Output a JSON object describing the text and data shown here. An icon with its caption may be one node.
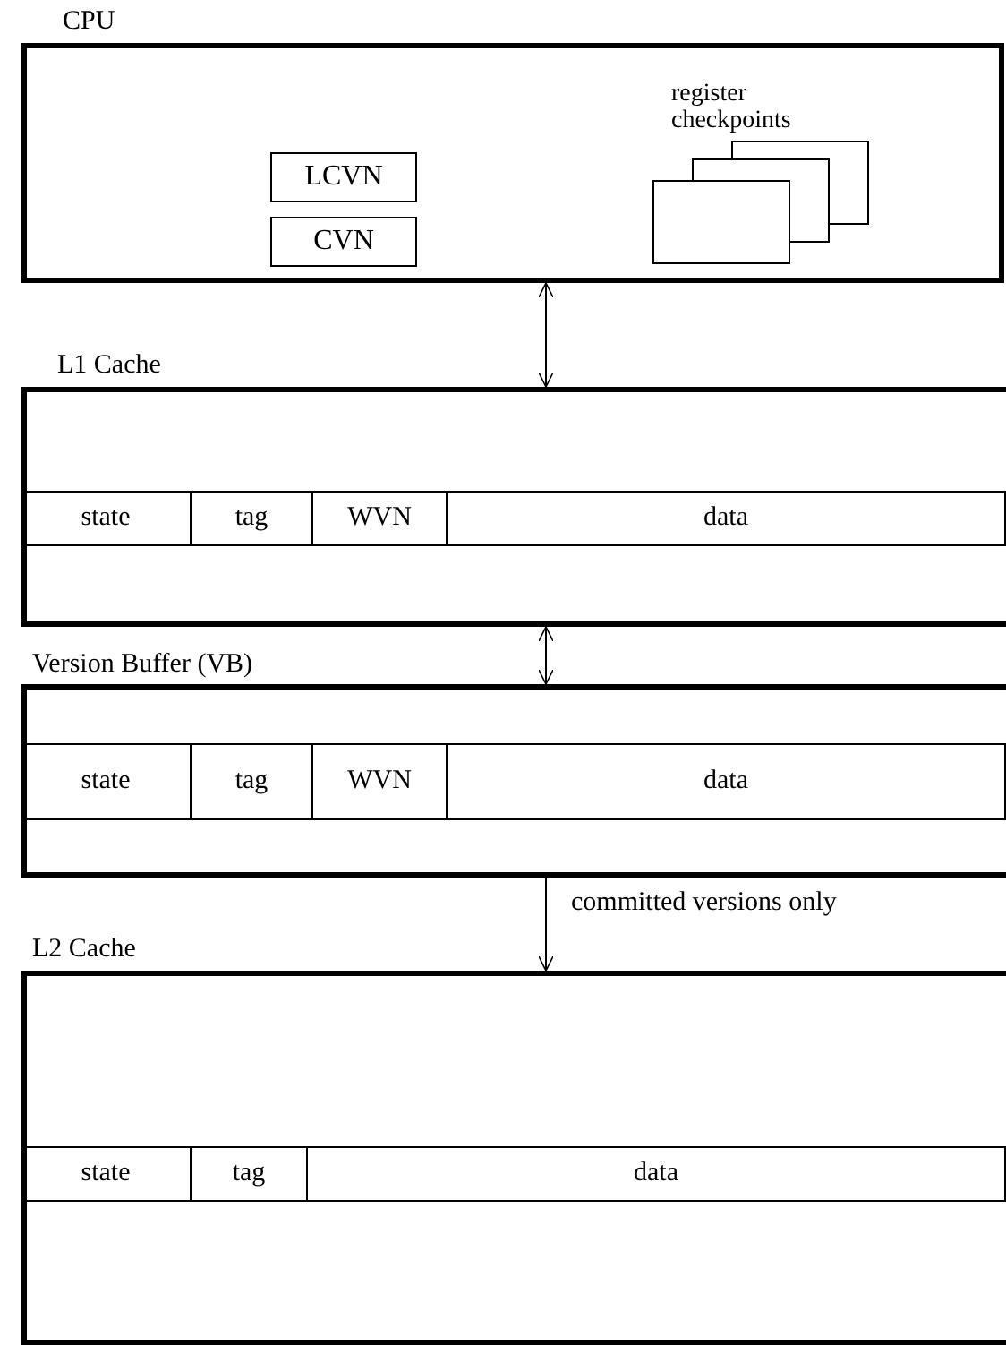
{
  "diagram": {
    "nodes": [
      {
        "text": [
          "CPU"
        ]
      },
      {
        "text": [
          "LCVN"
        ],
        "in": 0
      },
      {
        "text": [
          "CVN"
        ],
        "in": 0
      },
      {
        "text": [
          "register checkpoints"
        ],
        "in": 0
      },
      {
        "text": [
          "L1 Cache"
        ]
      },
      {
        "text": [
          "Version Buffer (VB)"
        ]
      },
      {
        "text": [
          "L2 Cache"
        ]
      }
    ],
    "edges": [
      {
        "from": 0,
        "to": 4,
        "arrow": "both"
      },
      {
        "from": 4,
        "to": 5,
        "arrow": "both"
      },
      {
        "from": 5,
        "to": 6,
        "arrow": "to",
        "label": "committed versions only"
      }
    ],
    "labels": [
      "state",
      "tag",
      "WVN",
      "data",
      "state",
      "tag",
      "WVN",
      "data",
      "state",
      "tag",
      "data"
    ]
  }
}
